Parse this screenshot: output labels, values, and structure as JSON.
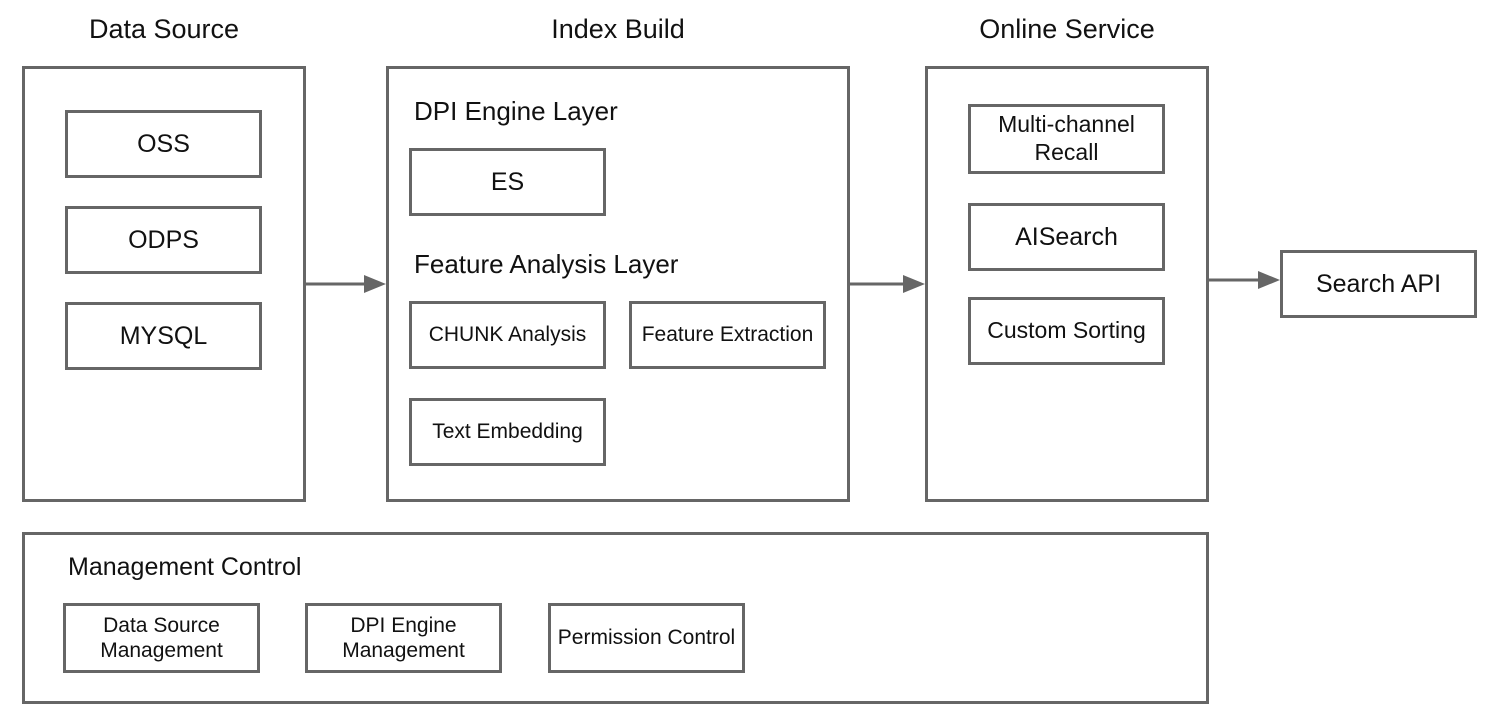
{
  "columns": {
    "data_source": {
      "title": "Data Source",
      "items": [
        "OSS",
        "ODPS",
        "MYSQL"
      ]
    },
    "index_build": {
      "title": "Index Build",
      "engine_layer": {
        "label": "DPI Engine Layer",
        "items": [
          "ES"
        ]
      },
      "feature_layer": {
        "label": "Feature Analysis Layer",
        "items": [
          "CHUNK Analysis",
          "Feature Extraction",
          "Text Embedding"
        ]
      }
    },
    "online_service": {
      "title": "Online Service",
      "items": [
        "Multi-channel Recall",
        "AISearch",
        "Custom Sorting"
      ]
    }
  },
  "search_api": {
    "label": "Search API"
  },
  "management": {
    "label": "Management Control",
    "items": [
      "Data Source Management",
      "DPI Engine Management",
      "Permission Control"
    ]
  },
  "colors": {
    "stroke": "#666666",
    "text": "#111111",
    "background": "#ffffff"
  }
}
